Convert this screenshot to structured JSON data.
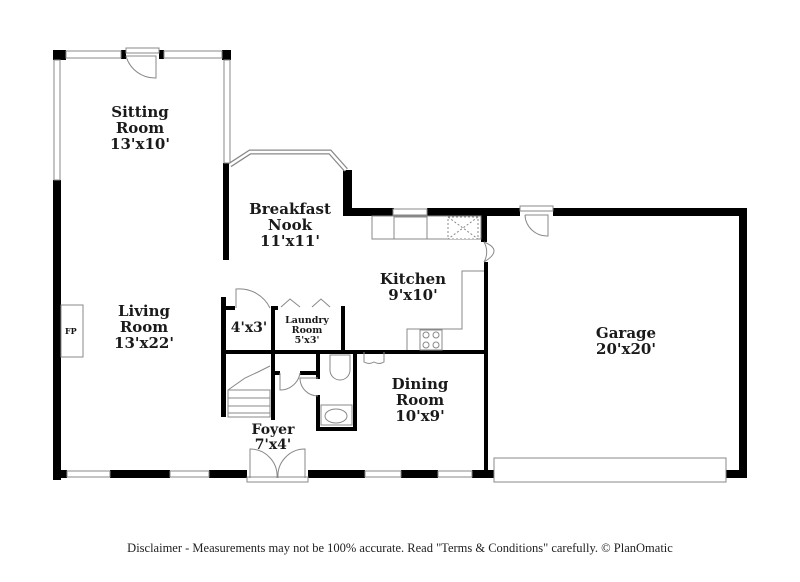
{
  "floorplan": {
    "rooms": [
      {
        "id": "sitting",
        "name": "Sitting Room",
        "name_lines": [
          "Sitting",
          "Room"
        ],
        "dimensions": "13'x10'"
      },
      {
        "id": "breakfast",
        "name": "Breakfast Nook",
        "name_lines": [
          "Breakfast",
          "Nook"
        ],
        "dimensions": "11'x11'"
      },
      {
        "id": "kitchen",
        "name": "Kitchen",
        "name_lines": [
          "Kitchen"
        ],
        "dimensions": "9'x10'"
      },
      {
        "id": "living",
        "name": "Living Room",
        "name_lines": [
          "Living",
          "Room"
        ],
        "dimensions": "13'x22'"
      },
      {
        "id": "closet",
        "name": "",
        "name_lines": [],
        "dimensions": "4'x3'"
      },
      {
        "id": "laundry",
        "name": "Laundry Room",
        "name_lines": [
          "Laundry",
          "Room"
        ],
        "dimensions": "5'x3'"
      },
      {
        "id": "dining",
        "name": "Dining Room",
        "name_lines": [
          "Dining",
          "Room"
        ],
        "dimensions": "10'x9'"
      },
      {
        "id": "foyer",
        "name": "Foyer",
        "name_lines": [
          "Foyer"
        ],
        "dimensions": "7'x4'"
      },
      {
        "id": "garage",
        "name": "Garage",
        "name_lines": [
          "Garage"
        ],
        "dimensions": "20'x20'"
      }
    ],
    "fixtures": {
      "fireplace_label": "FP"
    }
  },
  "footer": {
    "disclaimer": "Disclaimer - Measurements may not be 100% accurate. Read \"Terms & Conditions\" carefully. © PlanOmatic"
  },
  "colors": {
    "wall": "#000000",
    "fixture_line": "#888888",
    "background": "#ffffff",
    "text": "#1a1a1a"
  }
}
